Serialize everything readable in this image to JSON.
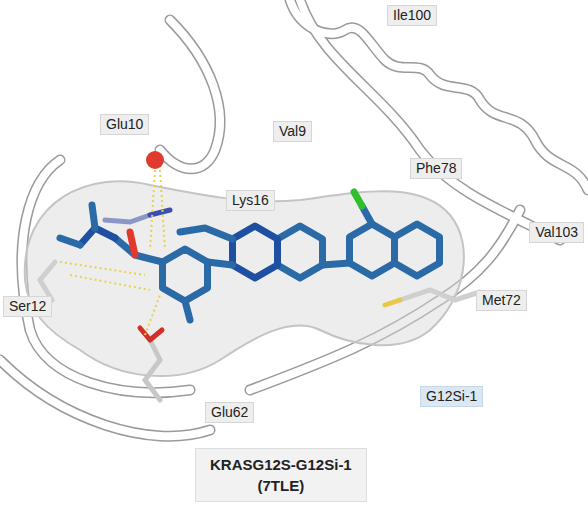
{
  "diagram": {
    "nodes": [
      {
        "text": [
          "Ile100"
        ]
      },
      {
        "text": [
          "Glu10"
        ]
      },
      {
        "text": [
          "Val9"
        ]
      },
      {
        "text": [
          "Phe78"
        ]
      },
      {
        "text": [
          "Lys16"
        ]
      },
      {
        "text": [
          "Val103"
        ]
      },
      {
        "text": [
          "Met72"
        ]
      },
      {
        "text": [
          "Ser12"
        ]
      },
      {
        "text": [
          "G12Si-1"
        ]
      },
      {
        "text": [
          "Glu62"
        ]
      },
      {
        "text": [
          "KRASG12S-G12Si-1",
          "(7TLE)"
        ]
      }
    ]
  }
}
